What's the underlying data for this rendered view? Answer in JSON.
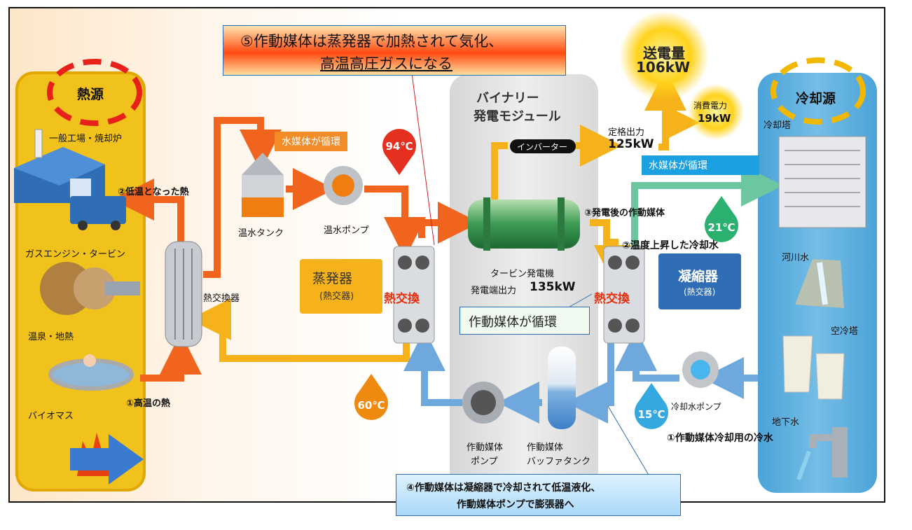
{
  "callouts": {
    "top_line1": "⑤作動媒体は蒸発器で加熱されて気化、",
    "top_line2": "高温高圧ガスになる",
    "bottom_line1": "④作動媒体は凝縮器で冷却されて低温液化、",
    "bottom_line2": "作動媒体ポンプで膨張器へ"
  },
  "heat_source": {
    "title": "熱源",
    "items": [
      "一般工場・焼却炉",
      "ガスエンジン・タービン",
      "温泉・地熱",
      "バイオマス"
    ],
    "low_temp_heat": "②低温となった熱",
    "high_temp_heat": "①高温の熱",
    "heat_exchanger": "熱交換器"
  },
  "hot_water": {
    "loop_label": "水媒体が循環",
    "tank": "温水タンク",
    "pump": "温水ポンプ",
    "temp_in": "94℃",
    "temp_out": "60℃"
  },
  "evaporator": {
    "title": "蒸発器",
    "sub": "(熱交器)",
    "exchange": "熱交換"
  },
  "module": {
    "title_line1": "バイナリー",
    "title_line2": "発電モジュール",
    "turbine_line1": "タービン発電機",
    "turbine_line2": "発電端出力",
    "turbine_value": "135kW",
    "inverter": "インバーター",
    "medium_loop": "作動媒体が循環",
    "after_gen": "③発電後の作動媒体",
    "pump_line1": "作動媒体",
    "pump_line2": "ポンプ",
    "buffer_line1": "作動媒体",
    "buffer_line2": "バッファタンク"
  },
  "power": {
    "send_label": "送電量",
    "send_value": "106kW",
    "rated_label": "定格出力",
    "rated_value": "125kW",
    "consume_label": "消費電力",
    "consume_value": "19kW"
  },
  "condenser": {
    "title": "凝縮器",
    "sub": "(熱交器)",
    "exchange": "熱交換",
    "water_loop": "水媒体が循環",
    "temp_rise": "②温度上昇した冷却水",
    "temp_out": "21℃",
    "temp_in": "15℃",
    "pump": "冷却水ポンプ",
    "cooling_water": "①作動媒体冷却用の冷水"
  },
  "cold_source": {
    "title": "冷却源",
    "items": [
      "冷却塔",
      "河川水",
      "空冷塔",
      "地下水"
    ]
  },
  "colors": {
    "orange_pipe": "#f0641e",
    "yellow_pipe": "#f6b21a",
    "blue_pipe": "#6fa8dc",
    "green_pipe": "#6cc7a0",
    "red_dashed": "#e8201a",
    "yellow_dashed": "#f2b800"
  }
}
